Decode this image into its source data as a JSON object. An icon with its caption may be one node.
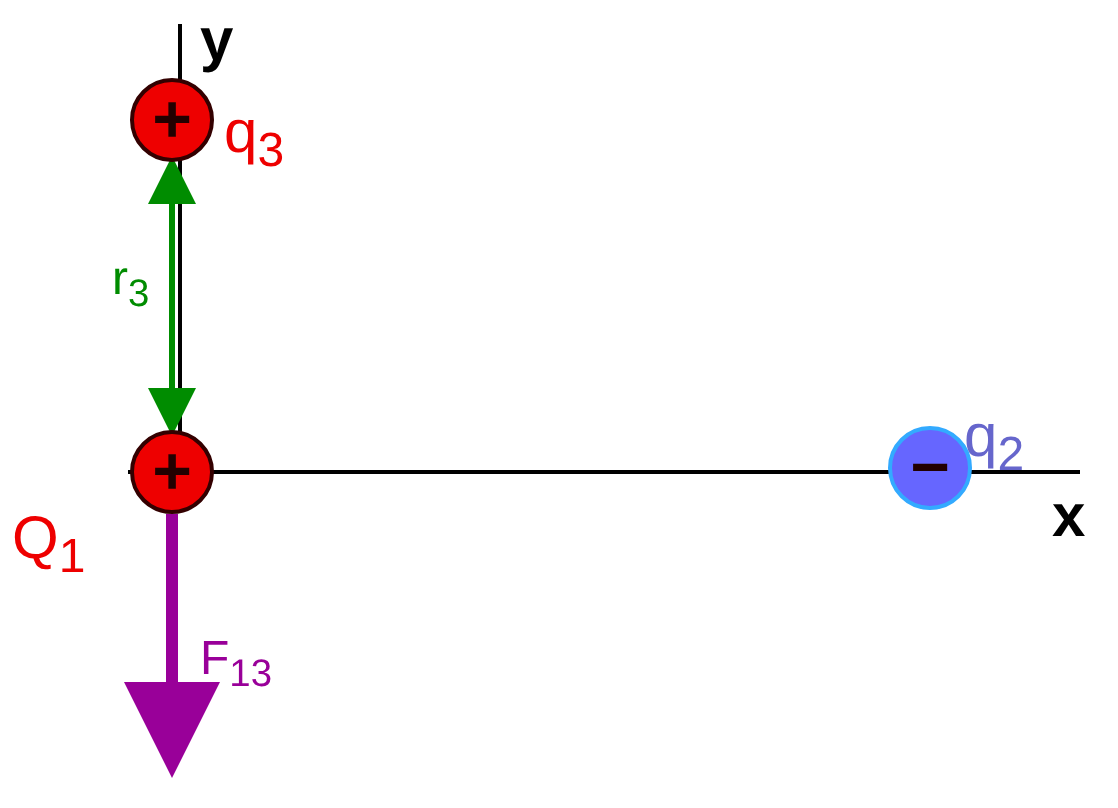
{
  "diagram": {
    "nodes": [
      {
        "text": [
          "+"
        ],
        "beside": [
          "q$_{3}$"
        ]
      },
      {
        "text": [
          "+"
        ],
        "beside": [
          "Q$_{1}$"
        ]
      },
      {
        "text": [
          "−"
        ],
        "beside": [
          "q$_{2}$"
        ]
      }
    ],
    "edges": [
      {
        "from": 1,
        "to": 0,
        "arrow": "both",
        "label": "r$_{3}$",
        "color": "#008c00"
      },
      {
        "from": 1,
        "to": null,
        "arrow": "to",
        "label": "F$_{13}$",
        "style": "thick",
        "color": "#990099"
      }
    ],
    "labels": [
      "y",
      "x"
    ]
  }
}
